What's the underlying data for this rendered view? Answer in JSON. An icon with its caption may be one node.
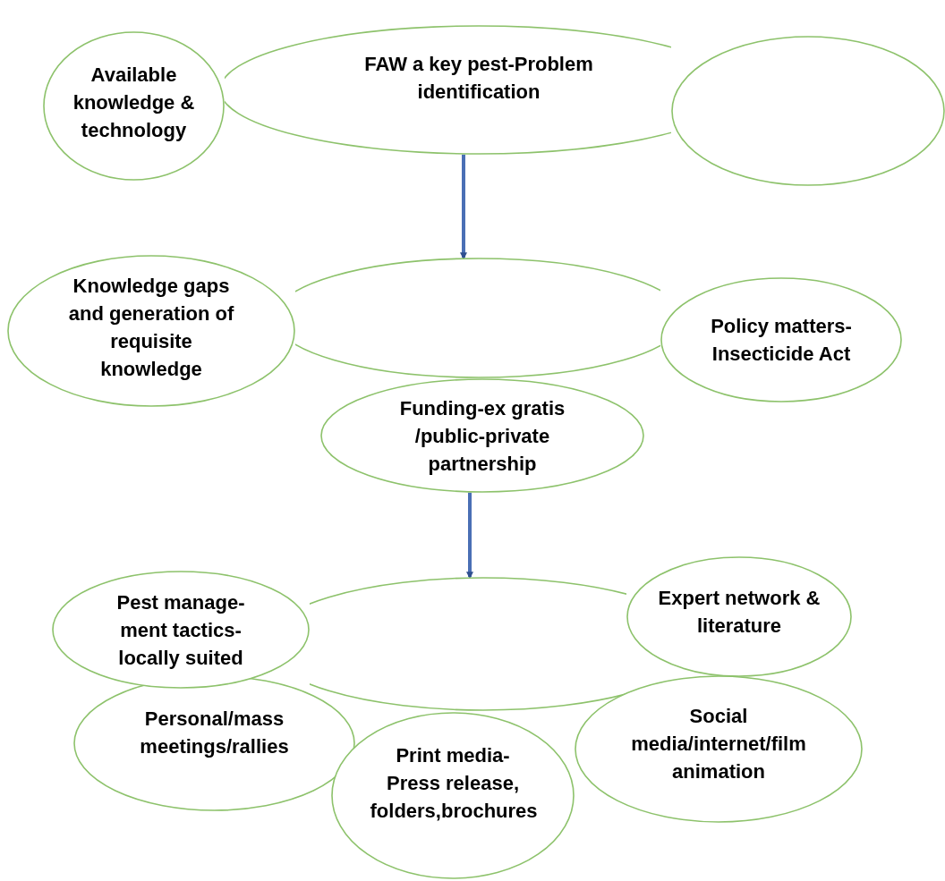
{
  "diagram": {
    "nodes": [
      {
        "text": [
          "Available knowledge & technology"
        ]
      },
      {
        "text": [
          "FAW a key pest-Problem identification"
        ]
      },
      {
        "text": [],
        "shape": "circle"
      },
      {
        "text": [
          "Knowledge gaps and generation of requisite knowledge"
        ]
      },
      {
        "text": [],
        "shape": "circle"
      },
      {
        "text": [
          "Policy matters- Insecticide Act"
        ]
      },
      {
        "text": [
          "Funding-ex gratis /public-private partnership"
        ]
      },
      {
        "text": [
          "Pest manage- ment tactics- locally suited"
        ]
      },
      {
        "text": [],
        "shape": "circle"
      },
      {
        "text": [
          "Expert network & literature"
        ]
      },
      {
        "text": [
          "Personal/mass meetings/rallies"
        ]
      },
      {
        "text": [
          "Print media- Press release, folders,brochures"
        ]
      },
      {
        "text": [
          "Social media/internet/film animation"
        ]
      }
    ],
    "edges": [
      {
        "from": 1,
        "to": 4,
        "arrow": "to"
      },
      {
        "from": 6,
        "to": 8,
        "arrow": "to"
      }
    ]
  }
}
